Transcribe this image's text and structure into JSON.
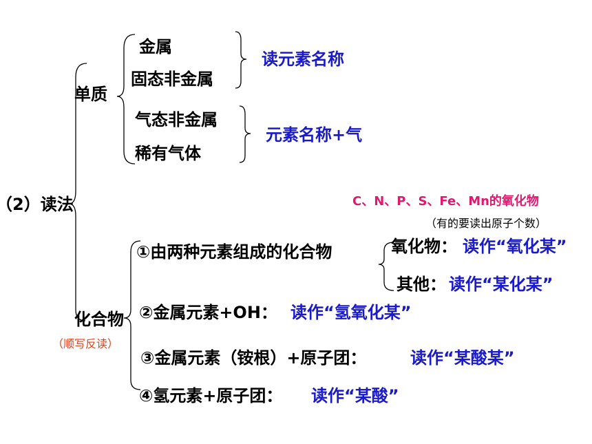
{
  "root": "（2）读法",
  "simple": {
    "label": "单质",
    "metal_group": {
      "items": [
        "金属",
        "固态非金属"
      ],
      "rule": "读元素名称"
    },
    "gas_group": {
      "items": [
        "气态非金属",
        "稀有气体"
      ],
      "rule": "元素名称+气"
    }
  },
  "compound": {
    "label": "化合物",
    "note": "（顺写反读）",
    "oxide_note": "C、N、P、S、Fe、Mn的氧化物",
    "oxide_note_sub": "（有的要读出原子个数）",
    "rule1": {
      "text": "①由两种元素组成的化合物",
      "oxide_label": "氧化物：",
      "oxide_read": "读作“氧化某”",
      "other_label": "其他：",
      "other_read": "读作“某化某”"
    },
    "rule2": {
      "text": "②金属元素+OH：",
      "read": "读作“氢氧化某”"
    },
    "rule3": {
      "text": "③金属元素（铵根）+原子团：",
      "read": "读作“某酸某”"
    },
    "rule4": {
      "text": "④氢元素+原子团：",
      "read": "读作“某酸”"
    }
  }
}
